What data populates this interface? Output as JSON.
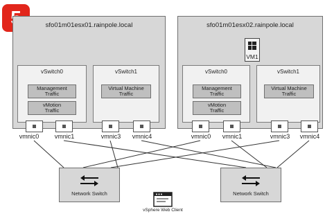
{
  "badge": {
    "number": "5",
    "color": "#e2261b"
  },
  "hosts": [
    {
      "name": "sfo01m01esx01.rainpole.local",
      "vm": null,
      "vswitches": [
        {
          "name": "vSwitch0",
          "portgroups": [
            "Management\nTraffic",
            "vMotion\nTraffic"
          ]
        },
        {
          "name": "vSwitch1",
          "portgroups": [
            "Virtual Machine\nTraffic"
          ]
        }
      ],
      "nics": [
        "vmnic0",
        "vmnic1",
        "vmnic3",
        "vmnic4"
      ]
    },
    {
      "name": "sfo01m01esx02.rainpole.local",
      "vm": "VM1",
      "vswitches": [
        {
          "name": "vSwitch0",
          "portgroups": [
            "Management\nTraffic",
            "vMotion\nTraffic"
          ]
        },
        {
          "name": "vSwitch1",
          "portgroups": [
            "Virtual Machine\nTraffic"
          ]
        }
      ],
      "nics": [
        "vmnic0",
        "vmnic1",
        "vmnic3",
        "vmnic4"
      ]
    }
  ],
  "network_switches": [
    {
      "label": "Network Switch"
    },
    {
      "label": "Network Switch"
    }
  ],
  "vm_icon": "windows-logo-icon",
  "client": {
    "label": "vSphere Web Client",
    "icon": "browser-window-icon"
  }
}
